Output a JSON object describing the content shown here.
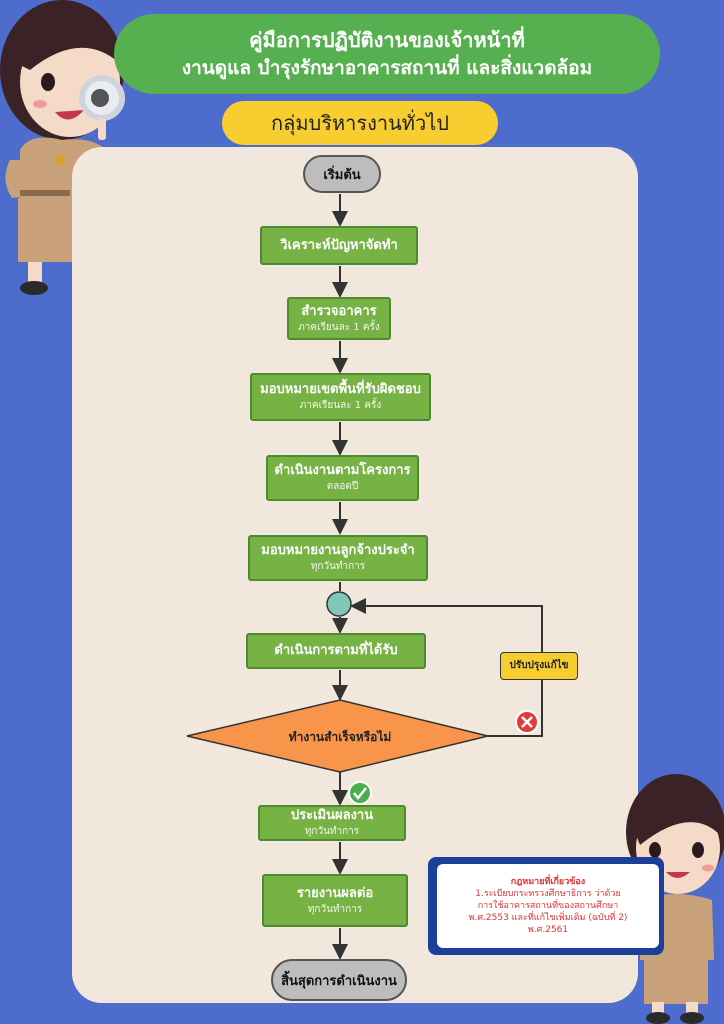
{
  "header": {
    "title_line1": "คู่มือการปฏิบัติงานของเจ้าหน้าที่",
    "title_line2": "งานดูแล บำรุงรักษาอาคารสถานที่ และสิ่งแวดล้อม",
    "group": "กลุ่มบริหารงานทั่วไป"
  },
  "flow": {
    "start": "เริ่มต้น",
    "steps": [
      {
        "label": "วิเคราะห์ปัญหาจัดทำ",
        "note": ""
      },
      {
        "label": "สำรวจอาคาร",
        "note": "ภาคเรียนละ 1 ครั้ง"
      },
      {
        "label": "มอบหมายเขตพื้นที่รับผิดชอบ",
        "note": "ภาคเรียนละ 1 ครั้ง"
      },
      {
        "label": "ดำเนินงานตามโครงการ",
        "note": "ตลอดปี"
      },
      {
        "label": "มอบหมายงานลูกจ้างประจำ",
        "note": "ทุกวันทำการ"
      },
      {
        "label": "ดำเนินการตามที่ได้รับ",
        "note": ""
      }
    ],
    "decision": "ทำงานสำเร็จหรือไม่",
    "revise": "ปรับปรุงแก้ไข",
    "after": [
      {
        "label": "ประเมินผลงาน",
        "note": "ทุกวันทำการ"
      },
      {
        "label": "รายงานผลต่อ",
        "note": "ทุกวันทำการ"
      }
    ],
    "end": "สิ้นสุดการดำเนินงาน"
  },
  "law": {
    "title": "กฎหมายที่เกี่ยวข้อง",
    "line1": "1.ระเบียบกระทรวงศึกษาธิการ ว่าด้วย",
    "line2": "การใช้อาคารสถานที่ของสถานศึกษา",
    "line3": "พ.ศ.2553 และที่แก้ไขเพิ่มเติม (ฉบับที่ 2)",
    "line4": "พ.ศ.2561"
  },
  "colors": {
    "background": "#4d6ccb",
    "title_banner": "#57b04f",
    "group_pill": "#f7cd2f",
    "panel": "#f1e7dc",
    "process": "#76b244",
    "decision": "#f8954a",
    "connector": "#7fc8b8",
    "no_badge": "#e03a3a",
    "yes_badge": "#4cae4c"
  },
  "icons": {
    "left_character": "woman-with-magnifying-glass",
    "right_character": "woman-pointing",
    "no_mark": "x-circle-icon",
    "yes_mark": "check-circle-icon"
  }
}
